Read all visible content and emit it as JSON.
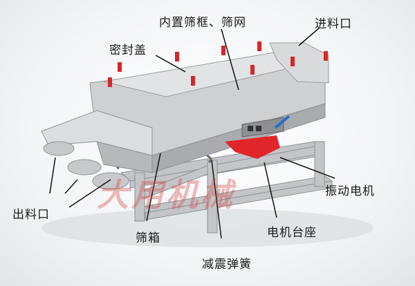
{
  "labels": {
    "inner_frame": "内置筛框、筛网",
    "feed_inlet": "进料口",
    "seal_cover": "密封盖",
    "vibration_motor": "振动电机",
    "discharge_outlet": "出料口",
    "screen_box": "筛箱",
    "motor_base": "电机台座",
    "damping_spring": "减震弹簧"
  },
  "watermark": "大用机械",
  "colors": {
    "machine_body": "#d2d3d5",
    "machine_shadow": "#a9abae",
    "frame": "#bfc1c4",
    "clamp_red": "#d9252a",
    "motor_base_red": "#e0262b",
    "accent_blue": "#2b6bd1",
    "spring": "#6e6a62",
    "arrow": "#111111"
  }
}
